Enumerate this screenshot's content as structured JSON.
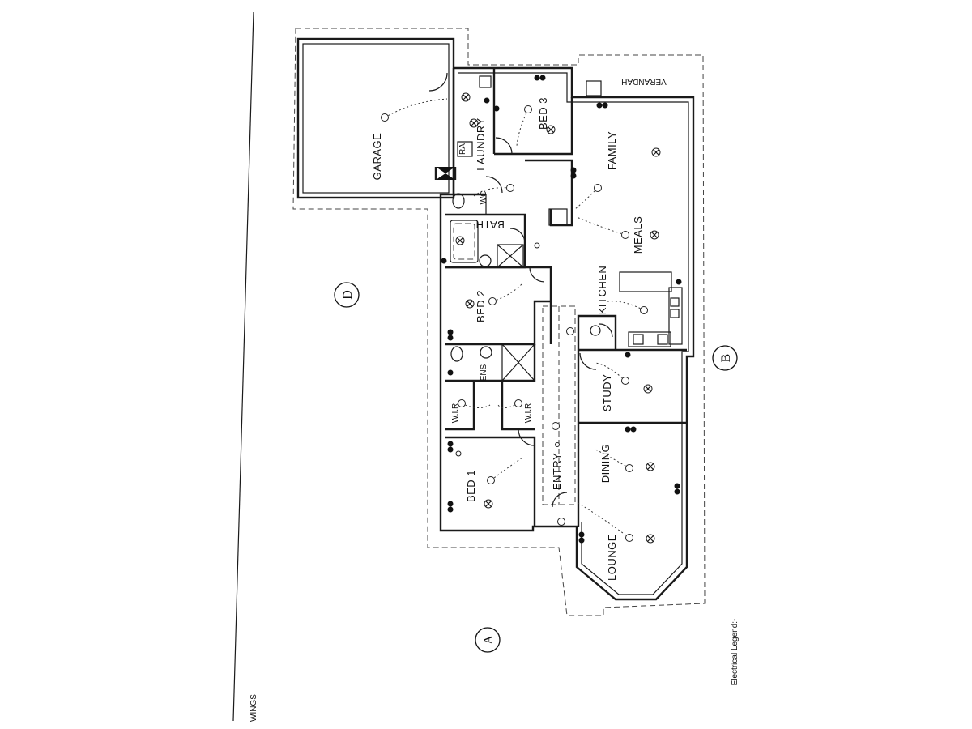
{
  "rooms": {
    "garage": "GARAGE",
    "laundry": "LAUNDRY",
    "bed3": "BED 3",
    "family": "FAMILY",
    "wc": "WC",
    "bath": "BATH",
    "meals": "MEALS",
    "bed2": "BED 2",
    "kitchen": "KITCHEN",
    "ens": "ENS",
    "wir_left": "W.I.R",
    "wir_right": "W.I.R",
    "study": "STUDY",
    "bed1": "BED 1",
    "entry": "ENTRY",
    "dining": "DINING",
    "lounge": "LOUNGE",
    "verandah": "VERANDAH",
    "ra": "RA"
  },
  "markers": {
    "a": "A",
    "b": "B",
    "d": "D"
  },
  "legend": "Electrical Legend:-",
  "side_text": "WINGS"
}
